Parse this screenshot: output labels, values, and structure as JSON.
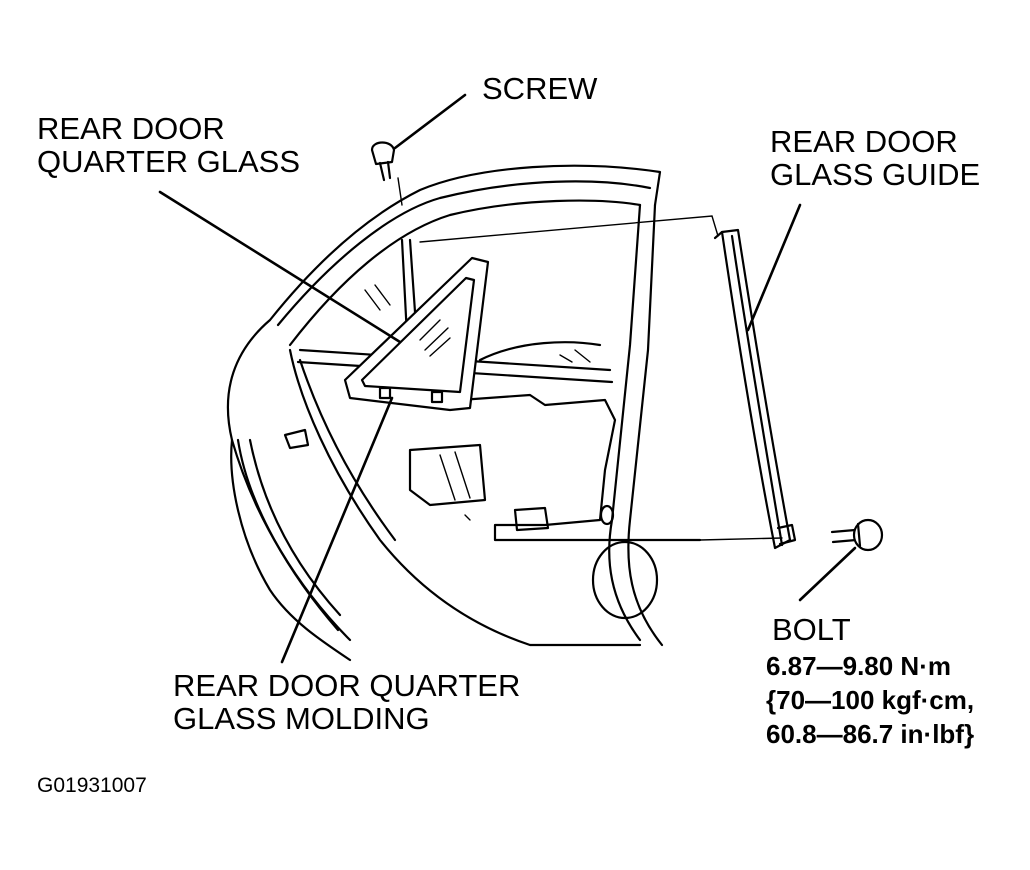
{
  "labels": {
    "screw": "SCREW",
    "quarter_glass": [
      "REAR DOOR",
      "QUARTER GLASS"
    ],
    "glass_guide": [
      "REAR DOOR",
      "GLASS GUIDE"
    ],
    "bolt": "BOLT",
    "torque": [
      "6.87—9.80 N·m",
      "{70—100 kgf·cm,",
      "60.8—86.7 in·lbf}"
    ],
    "molding": [
      "REAR DOOR QUARTER",
      "GLASS MOLDING"
    ],
    "figure_code": "G01931007"
  },
  "colors": {
    "ink": "#000000",
    "paper": "#ffffff"
  }
}
